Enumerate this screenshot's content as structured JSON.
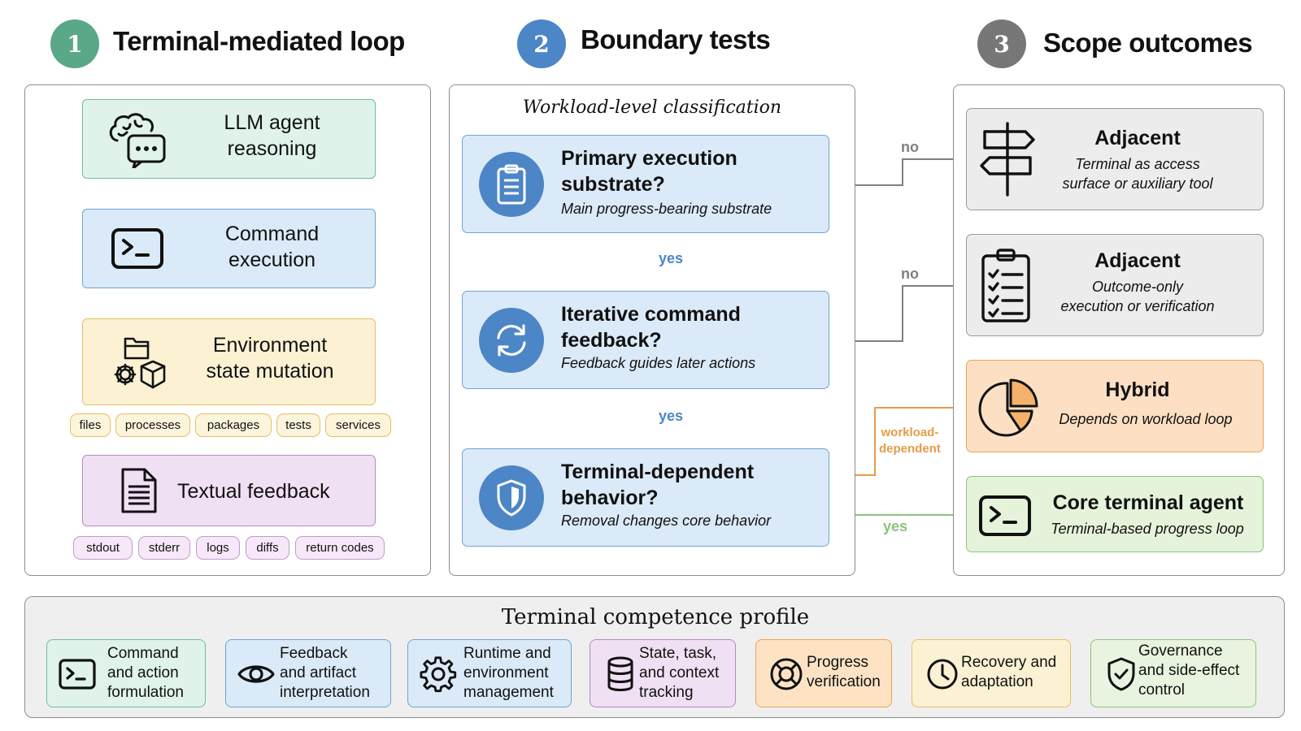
{
  "sections": [
    {
      "number": "1",
      "title": "Terminal-mediated loop",
      "color": "#5aa888"
    },
    {
      "number": "2",
      "title": "Boundary tests",
      "color": "#4d86c6"
    },
    {
      "number": "3",
      "title": "Scope outcomes",
      "color": "#777777"
    }
  ],
  "loop": {
    "reasoning": {
      "line1": "LLM agent",
      "line2": "reasoning",
      "icon": "brain-chat-icon"
    },
    "execution": {
      "line1": "Command",
      "line2": "execution",
      "icon": "terminal-icon"
    },
    "mutation": {
      "line1": "Environment",
      "line2": "state mutation",
      "icon": "folder-gear-cube-icon"
    },
    "state_chips": [
      "files",
      "processes",
      "packages",
      "tests",
      "services"
    ],
    "feedback": {
      "label": "Textual feedback",
      "icon": "document-icon"
    },
    "feedback_chips": [
      "stdout",
      "stderr",
      "logs",
      "diffs",
      "return codes"
    ]
  },
  "boundary": {
    "caption": "Workload-level classification",
    "tests": [
      {
        "title1": "Primary execution",
        "title2": "substrate?",
        "subtitle": "Main progress-bearing substrate",
        "icon": "clipboard-icon"
      },
      {
        "title1": "Iterative command",
        "title2": "feedback?",
        "subtitle": "Feedback guides later actions",
        "icon": "refresh-icon"
      },
      {
        "title1": "Terminal-dependent",
        "title2": "behavior?",
        "subtitle": "Removal changes core behavior",
        "icon": "shield-icon"
      }
    ],
    "edge_labels": {
      "no1": "no",
      "yes1": "yes",
      "no2": "no",
      "yes2": "yes",
      "workload1": "workload-",
      "workload2": "dependent",
      "yes3": "yes"
    }
  },
  "outcomes": [
    {
      "title": "Adjacent",
      "line1": "Terminal as access",
      "line2": "surface or auxiliary tool",
      "icon": "signpost-icon"
    },
    {
      "title": "Adjacent",
      "line1": "Outcome-only",
      "line2": "execution or verification",
      "icon": "checklist-icon"
    },
    {
      "title": "Hybrid",
      "line1": "Depends on workload loop",
      "icon": "pie-chart-icon"
    },
    {
      "title": "Core terminal agent",
      "line1": "Terminal-based progress loop",
      "icon": "terminal-icon"
    }
  ],
  "profile": {
    "title": "Terminal competence profile",
    "items": [
      {
        "lines": [
          "Command",
          "and action",
          "formulation"
        ],
        "icon": "terminal-icon"
      },
      {
        "lines": [
          "Feedback",
          "and artifact",
          "interpretation"
        ],
        "icon": "eye-icon"
      },
      {
        "lines": [
          "Runtime and",
          "environment",
          "management"
        ],
        "icon": "gear-icon"
      },
      {
        "lines": [
          "State, task,",
          "and context",
          "tracking"
        ],
        "icon": "database-icon"
      },
      {
        "lines": [
          "Progress",
          "verification"
        ],
        "icon": "lifebuoy-icon"
      },
      {
        "lines": [
          "Recovery and",
          "adaptation"
        ],
        "icon": "clock-icon"
      },
      {
        "lines": [
          "Governance",
          "and side-effect",
          "control"
        ],
        "icon": "shield-check-icon"
      }
    ]
  },
  "colors": {
    "loop_green": "#5aa888",
    "flow_blue": "#4d86c6",
    "flow_gray": "#7f7f7f",
    "flow_orange": "#e59c48",
    "flow_green": "#8cc47b"
  }
}
